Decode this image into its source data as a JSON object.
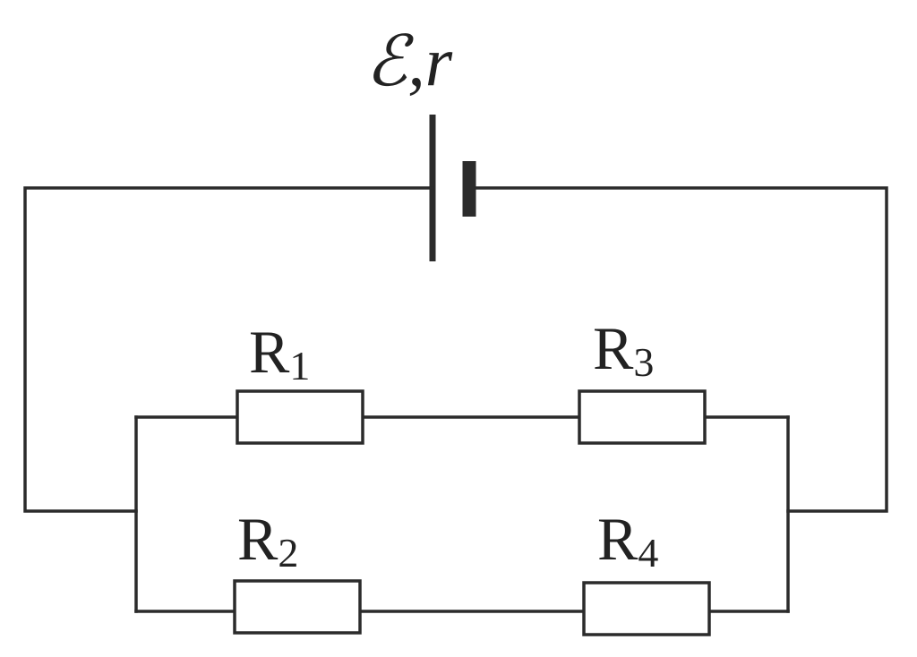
{
  "circuit": {
    "source_label": "ℰ,r",
    "resistors": [
      {
        "name": "R",
        "sub": "1"
      },
      {
        "name": "R",
        "sub": "2"
      },
      {
        "name": "R",
        "sub": "3"
      },
      {
        "name": "R",
        "sub": "4"
      }
    ]
  },
  "colors": {
    "line": "#2b2b2b",
    "background": "#ffffff"
  }
}
